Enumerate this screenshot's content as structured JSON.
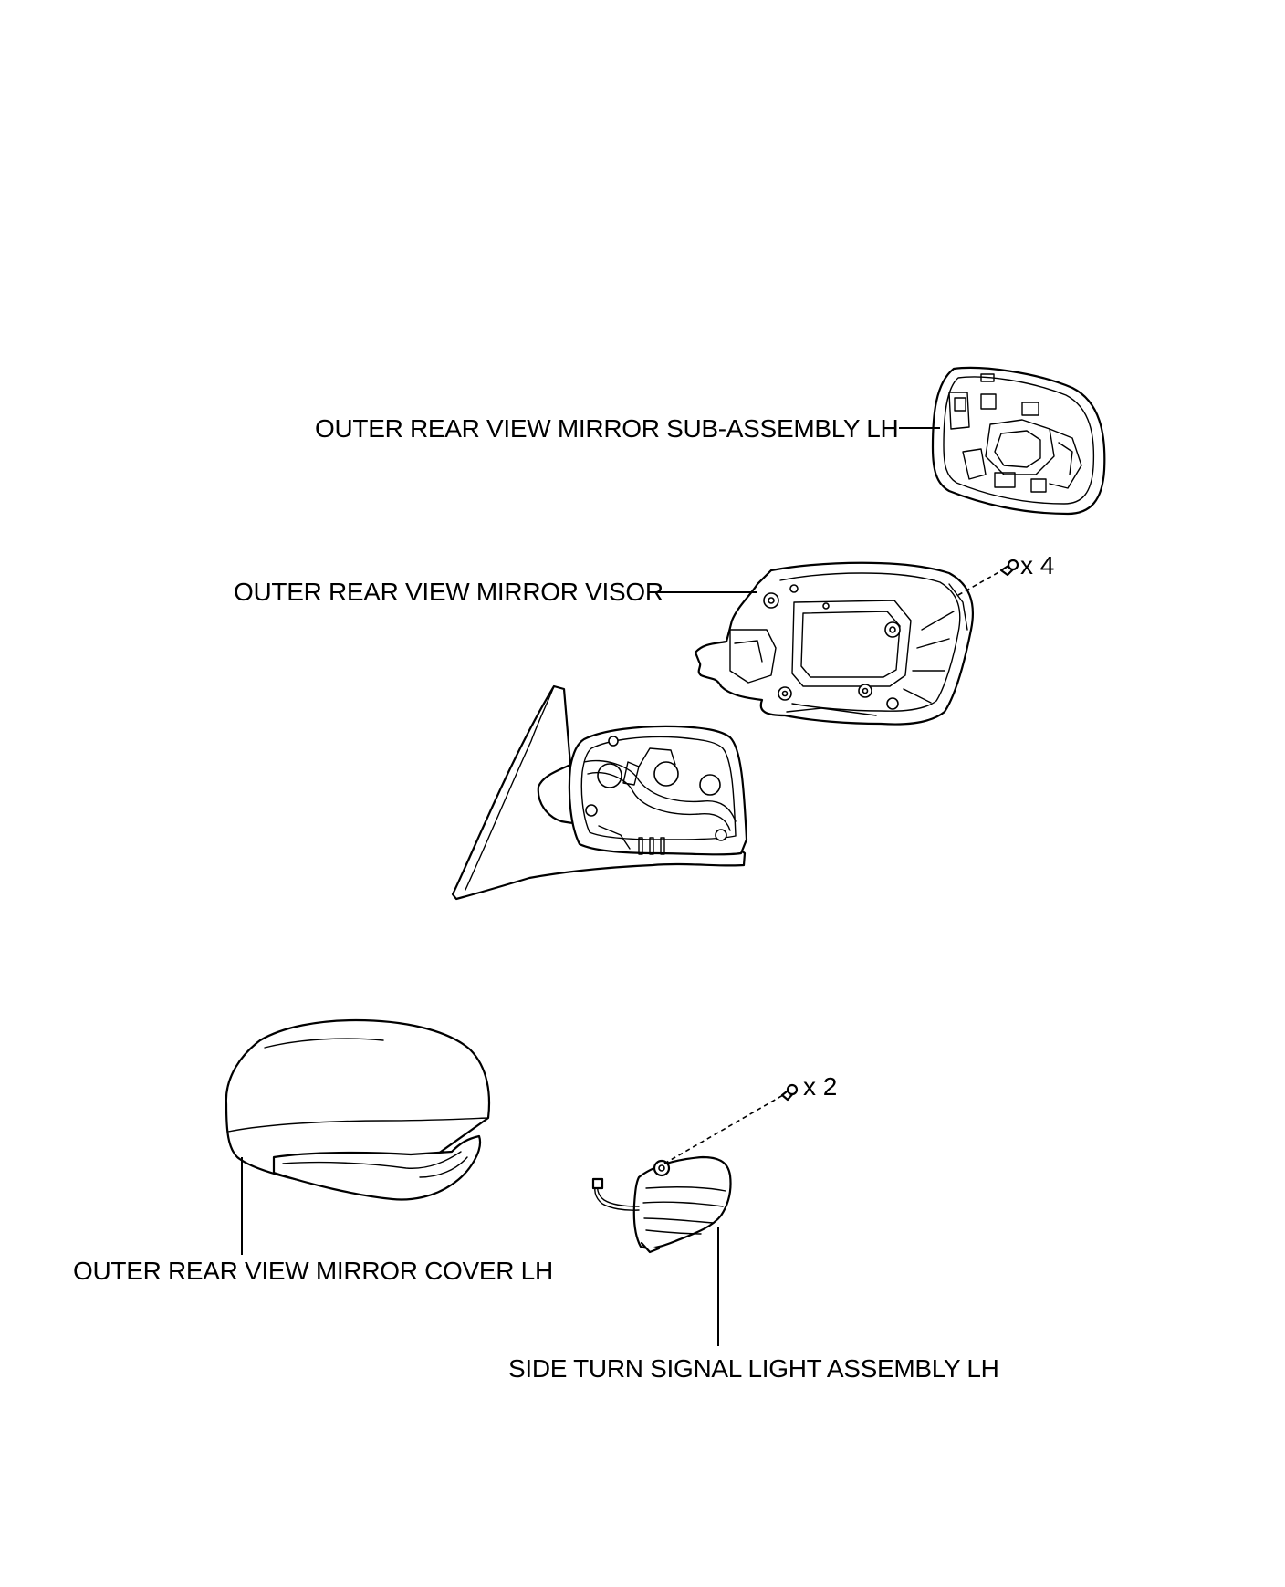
{
  "labels": {
    "mirror_sub_assembly": "OUTER REAR VIEW MIRROR SUB-ASSEMBLY LH",
    "mirror_visor": "OUTER REAR VIEW MIRROR VISOR",
    "mirror_cover": "OUTER REAR VIEW MIRROR COVER LH",
    "turn_signal": "SIDE TURN SIGNAL LIGHT ASSEMBLY LH"
  },
  "quantities": {
    "visor_screws": "x 4",
    "signal_screws": "x 2"
  },
  "icons": [
    "mirror-glass-icon",
    "mirror-visor-icon",
    "mirror-base-icon",
    "mirror-cover-icon",
    "turn-signal-icon",
    "screw-icon"
  ]
}
